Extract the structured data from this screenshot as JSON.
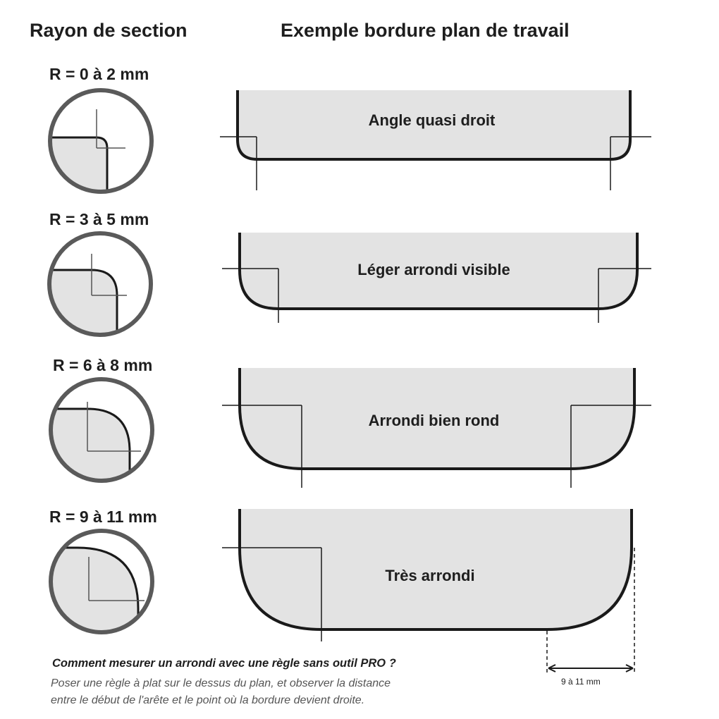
{
  "header": {
    "left": "Rayon de section",
    "right": "Exemple bordure plan de travail"
  },
  "rows": [
    {
      "radius_label": "R = 0 à 2 mm",
      "edge_label": "Angle quasi droit"
    },
    {
      "radius_label": "R = 3 à 5 mm",
      "edge_label": "Léger arrondi visible"
    },
    {
      "radius_label": "R = 6 à 8 mm",
      "edge_label": "Arrondi bien rond"
    },
    {
      "radius_label": "R = 9 à 11 mm",
      "edge_label": "Très arrondi"
    }
  ],
  "footer": {
    "question": "Comment mesurer un arrondi avec une règle sans outil PRO ?",
    "answer_line1": "Poser une règle à plat sur le dessus du plan, et observer la distance",
    "answer_line2": "entre le début de l'arête et le point où la bordure devient droite."
  },
  "dimension": {
    "label": "9 à 11 mm"
  },
  "colors": {
    "fill": "#e3e3e3",
    "outline": "#1a1a1a",
    "circle_ring": "#5a5a5a"
  }
}
